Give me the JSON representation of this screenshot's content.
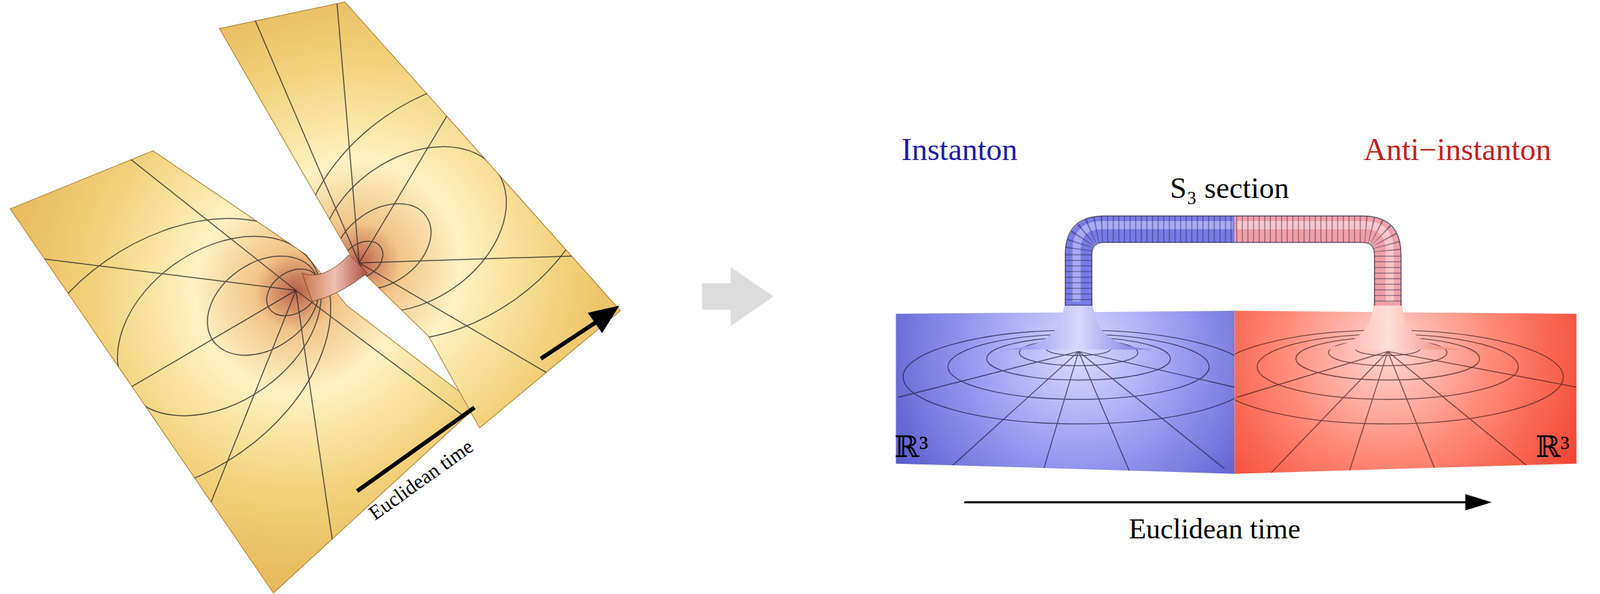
{
  "diagram": {
    "labels": [
      "Euclidean time",
      "Instanton",
      "Anti−instanton",
      "S₃ section",
      "ℝ³",
      "ℝ³",
      "Euclidean time"
    ]
  }
}
